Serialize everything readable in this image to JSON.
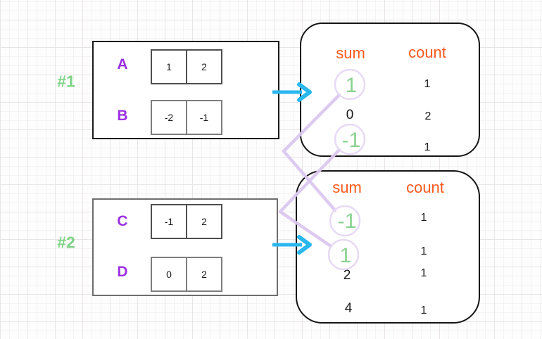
{
  "groups": [
    {
      "label": "#1",
      "rows": [
        {
          "name": "A",
          "cells": [
            "1",
            "2"
          ]
        },
        {
          "name": "B",
          "cells": [
            "-2",
            "-1"
          ]
        }
      ]
    },
    {
      "label": "#2",
      "rows": [
        {
          "name": "C",
          "cells": [
            "-1",
            "2"
          ]
        },
        {
          "name": "D",
          "cells": [
            "0",
            "2"
          ]
        }
      ]
    }
  ],
  "results": [
    {
      "headers": {
        "sum": "sum",
        "count": "count"
      },
      "rows": [
        {
          "sum": "1",
          "count": "1",
          "highlighted": true
        },
        {
          "sum": "0",
          "count": "2",
          "highlighted": false
        },
        {
          "sum": "-1",
          "count": "1",
          "highlighted": true
        }
      ]
    },
    {
      "headers": {
        "sum": "sum",
        "count": "count"
      },
      "rows": [
        {
          "sum": "-1",
          "count": "1",
          "highlighted": true
        },
        {
          "sum": "1",
          "count": "1",
          "highlighted": true
        },
        {
          "sum": "2",
          "count": "1",
          "highlighted": false
        },
        {
          "sum": "4",
          "count": "1",
          "highlighted": false
        }
      ]
    }
  ],
  "connections": [
    {
      "from": "result-1 sum 1",
      "to": "result-2 sum -1"
    },
    {
      "from": "result-1 sum -1",
      "to": "result-2 sum 1"
    }
  ],
  "colors": {
    "group_label": "#7ed385",
    "array_name": "#9c2fe2",
    "table_header": "#fa5a1e",
    "highlight_number": "#8bd291",
    "arrow": "#29b7ee",
    "connector": "#dbc7ef"
  }
}
